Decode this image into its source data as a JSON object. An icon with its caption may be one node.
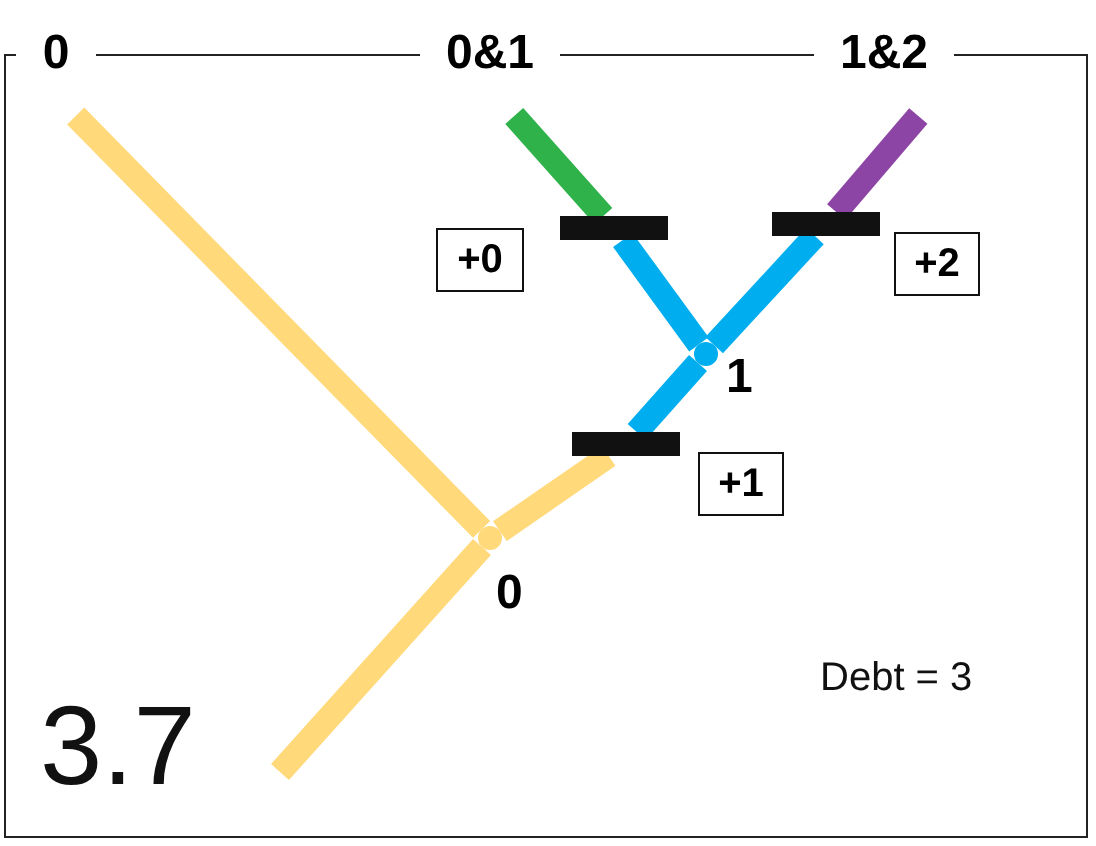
{
  "diagram": {
    "nodes": [
      {
        "text": [
          "0"
        ]
      },
      {
        "text": [
          "0&1"
        ]
      },
      {
        "text": [
          "1&2"
        ]
      },
      {
        "text": [],
        "shape": "bar"
      },
      {
        "text": [
          "+0"
        ]
      },
      {
        "text": [],
        "shape": "bar"
      },
      {
        "text": [
          "+2"
        ]
      },
      {
        "text": [],
        "shape": "point",
        "beside": [
          "1"
        ]
      },
      {
        "text": [],
        "shape": "bar"
      },
      {
        "text": [
          "+1"
        ]
      },
      {
        "text": [],
        "shape": "point",
        "beside": [
          "0"
        ]
      }
    ],
    "edges": [
      {
        "from": null,
        "to": 10,
        "arrow": "none"
      },
      {
        "from": 10,
        "to": 0,
        "arrow": "none"
      },
      {
        "from": 10,
        "to": 8,
        "arrow": "none"
      },
      {
        "from": 8,
        "to": 7,
        "arrow": "none",
        "color": "#00aeef"
      },
      {
        "from": 7,
        "to": 3,
        "arrow": "none",
        "color": "#00aeef"
      },
      {
        "from": 3,
        "to": 1,
        "arrow": "none",
        "color": "#2fb24a"
      },
      {
        "from": 7,
        "to": 5,
        "arrow": "none",
        "color": "#00aeef"
      },
      {
        "from": 5,
        "to": 2,
        "arrow": "none",
        "color": "#8d45a5"
      }
    ],
    "labels": [
      "Debt = 3",
      "3.7"
    ]
  }
}
